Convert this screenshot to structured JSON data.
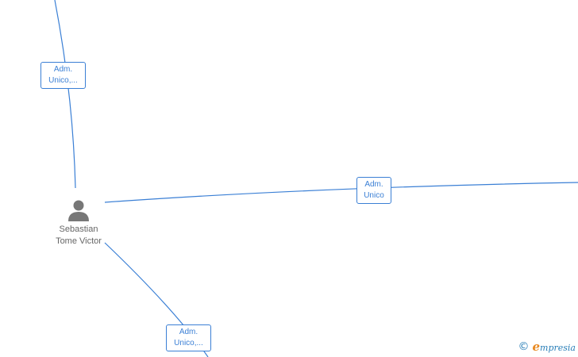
{
  "person": {
    "name_line1": "Sebastian",
    "name_line2": "Tome Victor",
    "icon": "person-icon"
  },
  "edges": [
    {
      "label_line1": "Adm.",
      "label_line2": "Unico,..."
    },
    {
      "label_line1": "Adm.",
      "label_line2": "Unico"
    },
    {
      "label_line1": "Adm.",
      "label_line2": "Unico,..."
    }
  ],
  "watermark": {
    "copyright": "©",
    "brand_initial": "e",
    "brand_rest": "mpresia"
  },
  "colors": {
    "edge": "#3a7fd5",
    "node_text": "#666666",
    "icon": "#777777",
    "brand_blue": "#2a7fb8",
    "brand_orange": "#e8881f"
  }
}
